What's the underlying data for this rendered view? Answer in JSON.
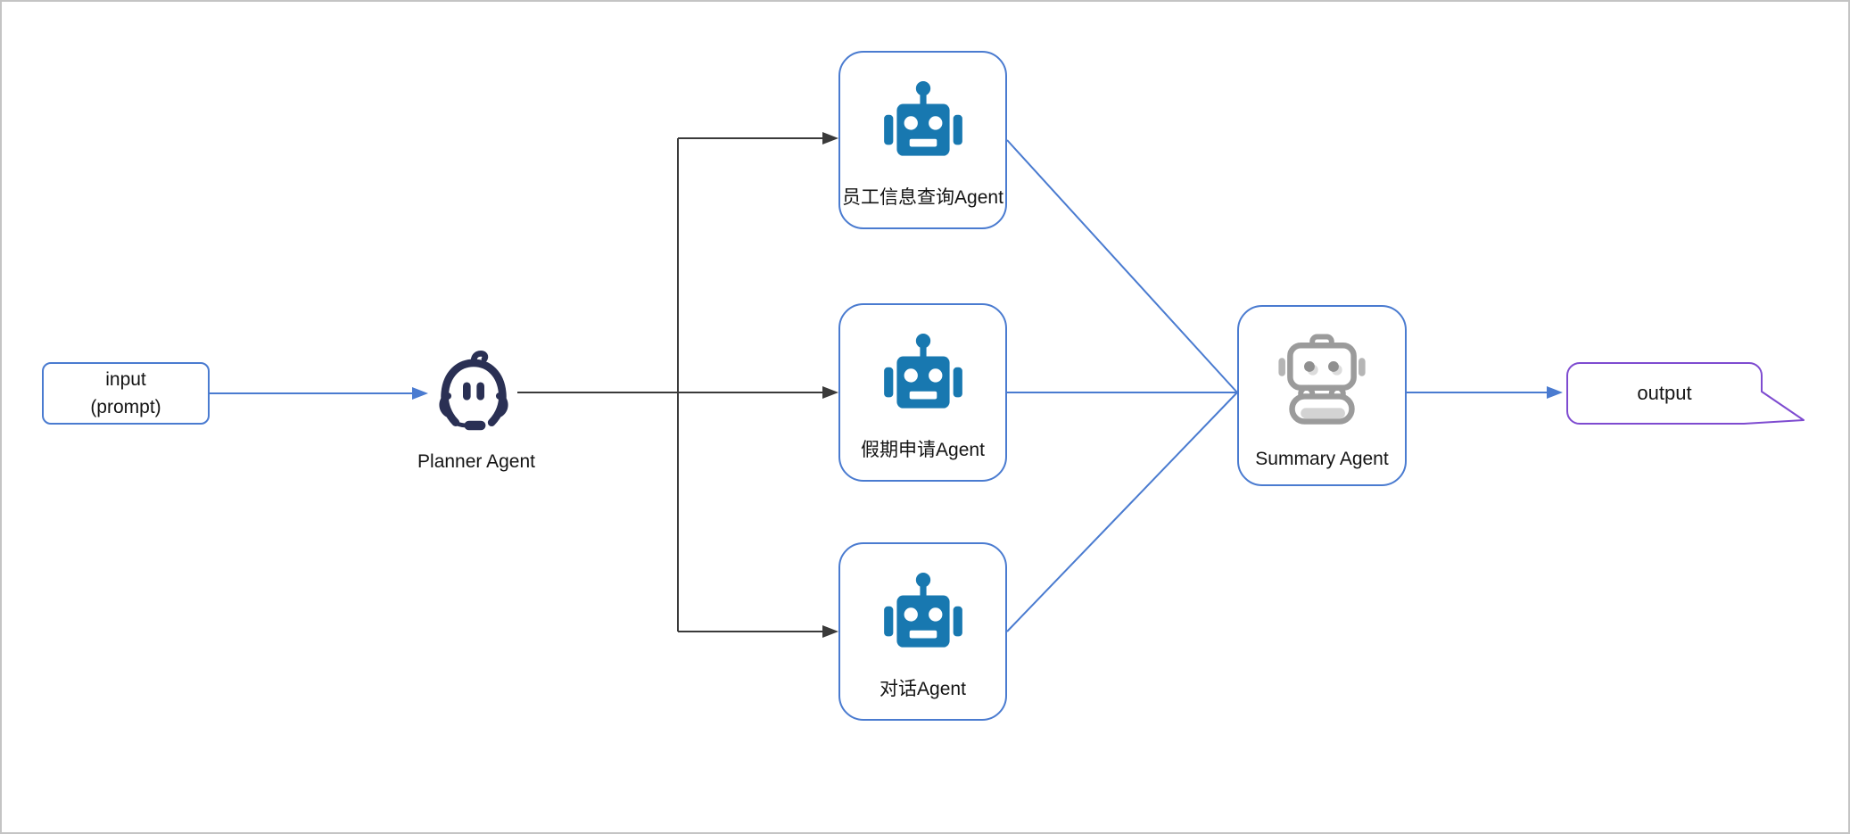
{
  "colors": {
    "line-blue": "#4a7bd0",
    "line-dark": "#3a3a3a",
    "node-border-blue": "#4a7bd0",
    "output-border-purple": "#7e4bd0",
    "robot-blue": "#1878b0",
    "planner-navy": "#2a3054",
    "summary-gray": "#9b9b9b",
    "summary-gray-light": "#d3d3d3",
    "summary-gray-mid": "#b5b5b5",
    "text": "#141414",
    "canvas-border": "#c4c4c4"
  },
  "nodes": {
    "input": {
      "line1": "input",
      "line2": "(prompt)"
    },
    "planner": {
      "label": "Planner Agent"
    },
    "workers": [
      {
        "label": "员工信息查询Agent"
      },
      {
        "label": "假期申请Agent"
      },
      {
        "label": "对话Agent"
      }
    ],
    "summary": {
      "label": "Summary Agent"
    },
    "output": {
      "label": "output"
    }
  }
}
